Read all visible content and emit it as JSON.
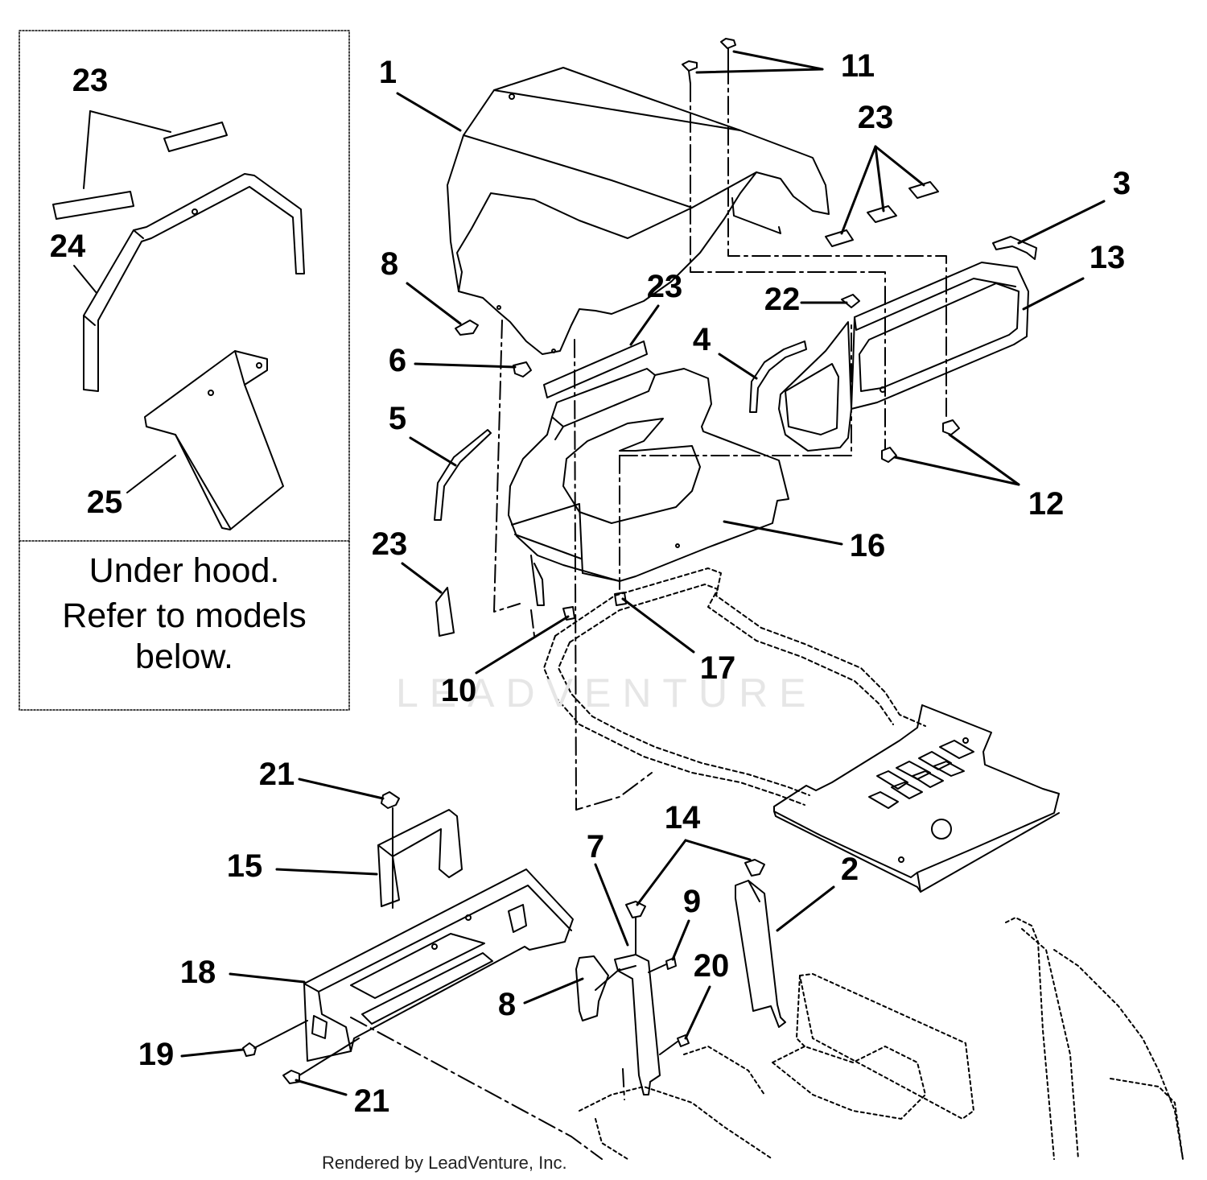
{
  "inset": {
    "note_line1": "Under hood.",
    "note_line2": "Refer to models",
    "note_line3": "below."
  },
  "watermark": "LEADVENTURE",
  "footer": "Rendered by LeadVenture, Inc.",
  "callouts": [
    {
      "id": "c-1",
      "label": "1"
    },
    {
      "id": "c-2",
      "label": "2"
    },
    {
      "id": "c-3",
      "label": "3"
    },
    {
      "id": "c-4",
      "label": "4"
    },
    {
      "id": "c-5",
      "label": "5"
    },
    {
      "id": "c-6",
      "label": "6"
    },
    {
      "id": "c-7",
      "label": "7"
    },
    {
      "id": "c-8a",
      "label": "8"
    },
    {
      "id": "c-8b",
      "label": "8"
    },
    {
      "id": "c-9",
      "label": "9"
    },
    {
      "id": "c-10",
      "label": "10"
    },
    {
      "id": "c-11",
      "label": "11"
    },
    {
      "id": "c-12",
      "label": "12"
    },
    {
      "id": "c-13",
      "label": "13"
    },
    {
      "id": "c-14",
      "label": "14"
    },
    {
      "id": "c-15",
      "label": "15"
    },
    {
      "id": "c-16",
      "label": "16"
    },
    {
      "id": "c-17",
      "label": "17"
    },
    {
      "id": "c-18",
      "label": "18"
    },
    {
      "id": "c-19",
      "label": "19"
    },
    {
      "id": "c-20",
      "label": "20"
    },
    {
      "id": "c-21a",
      "label": "21"
    },
    {
      "id": "c-21b",
      "label": "21"
    },
    {
      "id": "c-22",
      "label": "22"
    },
    {
      "id": "c-23a",
      "label": "23"
    },
    {
      "id": "c-23b",
      "label": "23"
    },
    {
      "id": "c-23c",
      "label": "23"
    },
    {
      "id": "c-23d",
      "label": "23"
    },
    {
      "id": "c-24",
      "label": "24"
    },
    {
      "id": "c-25",
      "label": "25"
    }
  ]
}
